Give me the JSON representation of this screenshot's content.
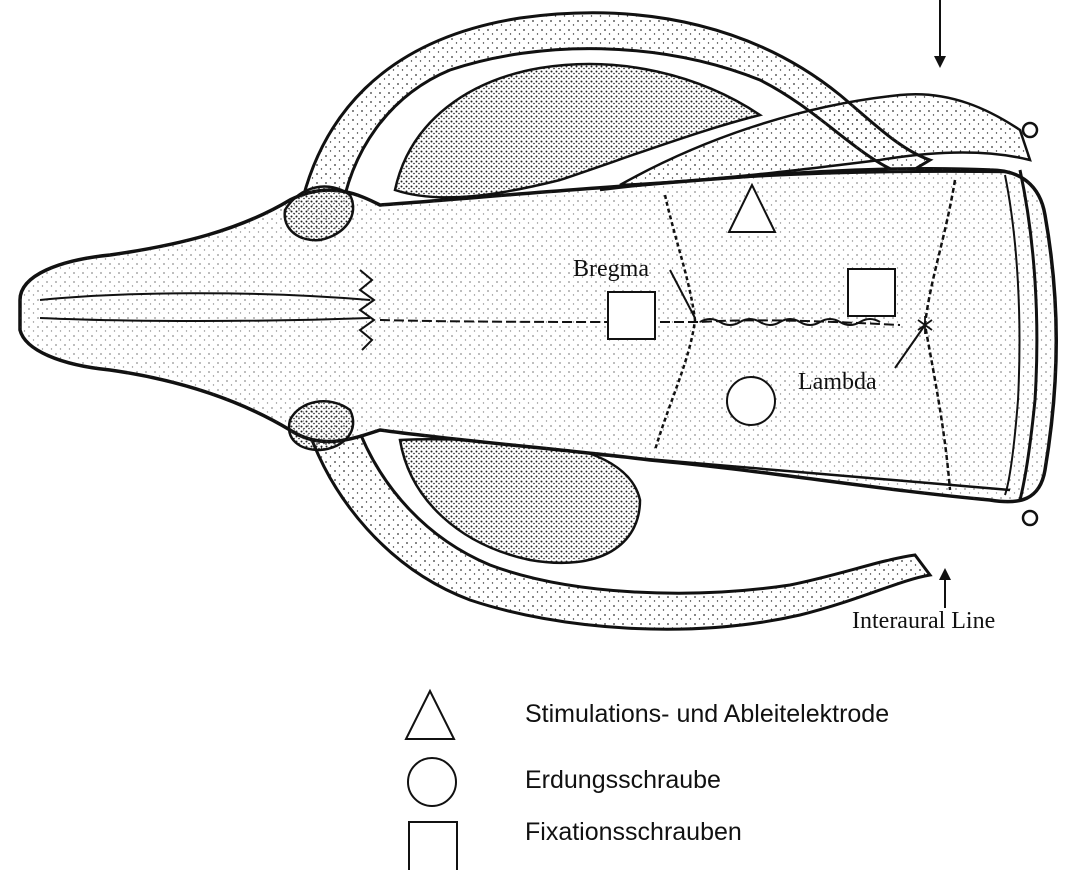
{
  "labels": {
    "bregma": "Bregma",
    "lambda": "Lambda",
    "interaural": "Interaural Line"
  },
  "legend": [
    {
      "symbol": "triangle",
      "text": "Stimulations- und Ableitelektrode"
    },
    {
      "symbol": "circle",
      "text": "Erdungsschraube"
    },
    {
      "symbol": "square",
      "text": "Fixationsschrauben"
    }
  ]
}
